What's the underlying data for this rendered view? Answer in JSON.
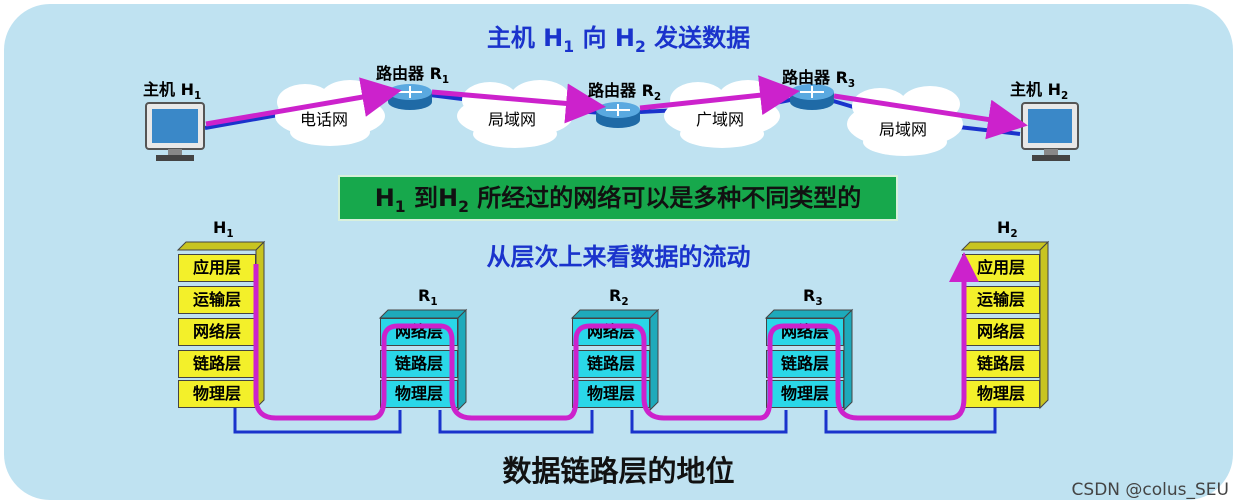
{
  "title_top": {
    "prefix": "主机 H",
    "sub1": "1",
    "mid": " 向 H",
    "sub2": "2",
    "suffix": " 发送数据"
  },
  "hosts": [
    {
      "label": "主机 H",
      "sub": "1"
    },
    {
      "label": "主机 H",
      "sub": "2"
    }
  ],
  "routers": [
    {
      "label": "路由器 R",
      "sub": "1"
    },
    {
      "label": "路由器 R",
      "sub": "2"
    },
    {
      "label": "路由器 R",
      "sub": "3"
    }
  ],
  "clouds": [
    "电话网",
    "局域网",
    "广域网",
    "局域网"
  ],
  "green_banner": {
    "a": "H",
    "sub1": "1",
    "b": " 到H",
    "sub2": "2",
    "c": " 所经过的网络可以是多种不同类型的"
  },
  "title_mid": "从层次上来看数据的流动",
  "stack_labels": [
    {
      "label": "H",
      "sub": "1"
    },
    {
      "label": "R",
      "sub": "1"
    },
    {
      "label": "R",
      "sub": "2"
    },
    {
      "label": "R",
      "sub": "3"
    },
    {
      "label": "H",
      "sub": "2"
    }
  ],
  "host_layers": [
    "应用层",
    "运输层",
    "网络层",
    "链路层",
    "物理层"
  ],
  "router_layers": [
    "网络层",
    "链路层",
    "物理层"
  ],
  "title_bottom": "数据链路层的地位",
  "watermark": "CSDN @colus_SEU",
  "colors": {
    "flow": "#cc22cc",
    "link": "#1a33cc",
    "host_layer": "#f3f02a",
    "router_layer": "#2ad7e8"
  }
}
